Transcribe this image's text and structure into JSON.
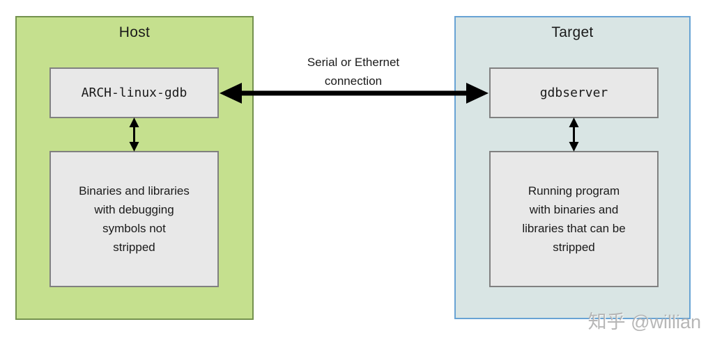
{
  "diagram": {
    "host": {
      "title": "Host",
      "gdb_label": "ARCH-linux-gdb",
      "binaries_lines": [
        "Binaries and libraries",
        "with debugging",
        "symbols not",
        "stripped"
      ]
    },
    "target": {
      "title": "Target",
      "server_label": "gdbserver",
      "program_lines": [
        "Running program",
        "with binaries and",
        "libraries that can be",
        "stripped"
      ]
    },
    "connection": {
      "lines": [
        "Serial or Ethernet",
        "connection"
      ]
    },
    "watermark": "知乎 @willian",
    "colors": {
      "host_fill": "#c5e08e",
      "host_border": "#74924e",
      "target_fill": "#d9e5e4",
      "target_border": "#68a3d4",
      "node_fill": "#e8e8e8",
      "node_border": "#808080",
      "arrow": "#000000"
    }
  }
}
